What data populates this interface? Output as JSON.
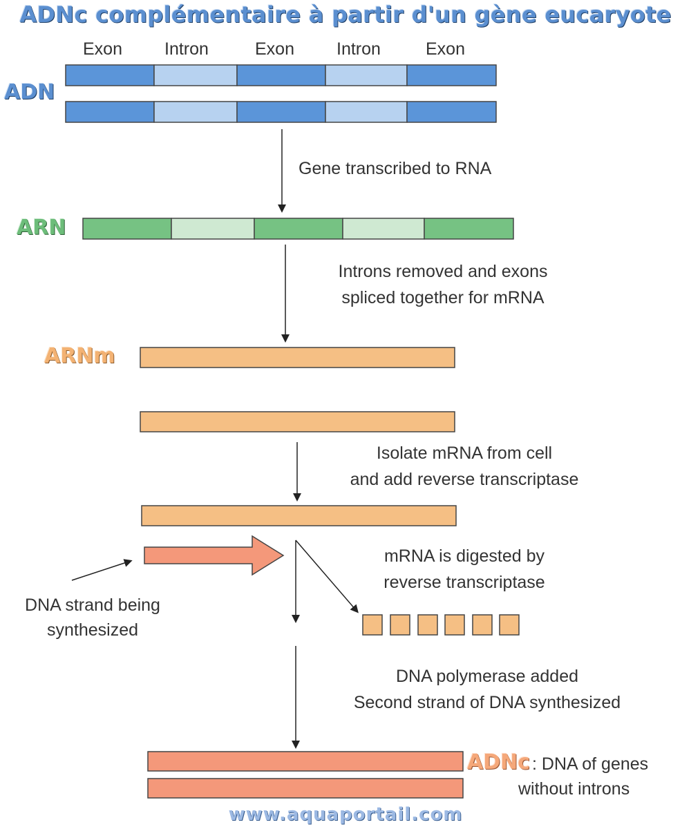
{
  "title": "ADNc complémentaire à partir d'un gène eucaryote",
  "labels": {
    "dna": "ADN",
    "rna": "ARN",
    "mrna": "ARNm",
    "cdna": "ADNc"
  },
  "segments": [
    "Exon",
    "Intron",
    "Exon",
    "Intron",
    "Exon"
  ],
  "steps": {
    "transcription": "Gene transcribed to RNA",
    "splicing": [
      "Introns removed and exons",
      "spliced together for mRNA"
    ],
    "isolation": [
      "Isolate mRNA from cell",
      "and add reverse transcriptase"
    ],
    "digestion": [
      "mRNA is digested by",
      "reverse transcriptase"
    ],
    "second_strand": [
      "DNA polymerase added",
      "Second strand of DNA synthesized"
    ]
  },
  "strand_note": [
    "DNA strand being",
    "synthesized"
  ],
  "cdna_note": [
    ": DNA of genes",
    "without introns"
  ],
  "watermark": "www.aquaportail.com",
  "colors": {
    "exon_dna": "#5b95d9",
    "intron_dna": "#b7d2f0",
    "exon_rna": "#76c283",
    "intron_rna": "#cfe9d2",
    "mrna": "#f5bf84",
    "cdna": "#f4987a"
  }
}
